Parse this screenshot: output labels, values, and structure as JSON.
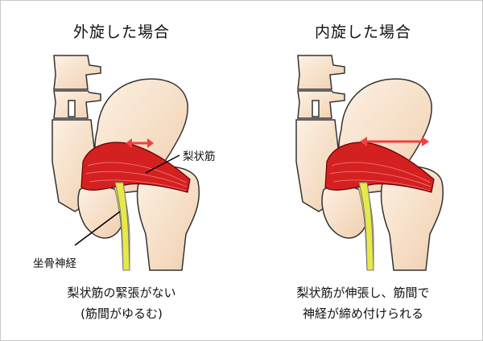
{
  "left_panel": {
    "title": "外旋した場合",
    "muscle_label": "梨状筋",
    "nerve_label": "坐骨神経",
    "caption_line1": "梨状筋の緊張がない",
    "caption_line2": "(筋間がゆるむ)"
  },
  "right_panel": {
    "title": "内旋した場合",
    "caption_line1": "梨状筋が伸張し、筋間で",
    "caption_line2": "神経が締め付けられる"
  },
  "colors": {
    "bone": "#f8e4cc",
    "muscle": "#d42020",
    "nerve": "#e8e84a",
    "arrow": "#f04040"
  }
}
